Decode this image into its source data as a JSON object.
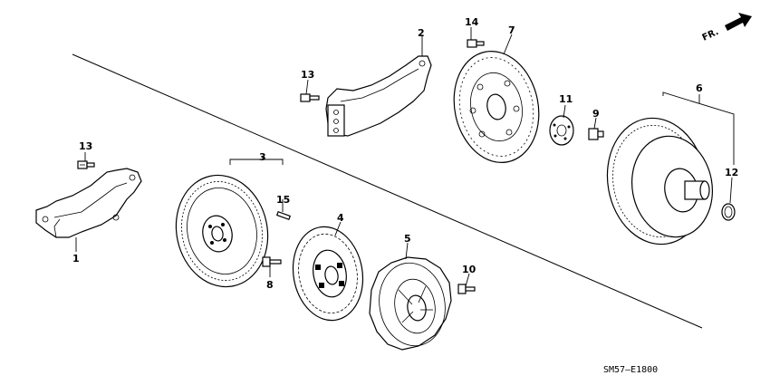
{
  "diagram": {
    "part_code": "SM57–E1800",
    "direction_label": "FR.",
    "callouts": {
      "c1": "1",
      "c2": "2",
      "c3": "3",
      "c4": "4",
      "c5": "5",
      "c6": "6",
      "c7": "7",
      "c8": "8",
      "c9": "9",
      "c10": "10",
      "c11": "11",
      "c12": "12",
      "c13a": "13",
      "c13b": "13",
      "c14": "14",
      "c15": "15"
    }
  }
}
